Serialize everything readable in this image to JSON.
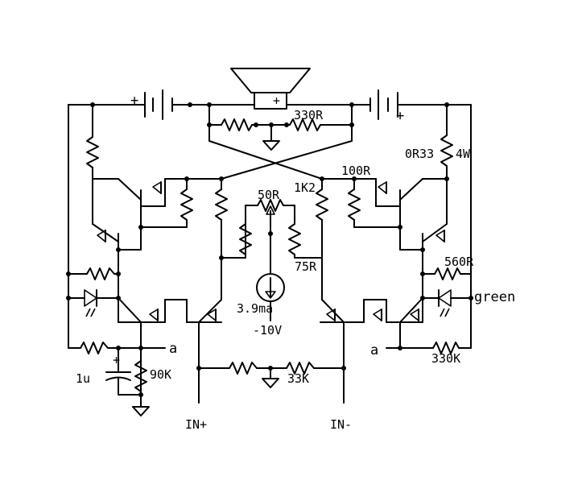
{
  "labels": {
    "r_330r": "330R",
    "r_0r33": "0R33",
    "r_4w": "4W",
    "r_100r": "100R",
    "r_1k2": "1K2",
    "r_50r": "50R",
    "r_75r": "75R",
    "r_560r": "560R",
    "led_green": "green",
    "src_current": "3.9ma",
    "src_neg": "-10V",
    "node_a_left": "a",
    "node_a_right": "a",
    "c_1u": "1u",
    "r_90k": "90K",
    "r_33k": "33K",
    "r_330k": "330K",
    "in_plus": "IN+",
    "in_minus": "IN-",
    "bat_plus_left": "+",
    "bat_plus_right": "+",
    "cap_plus": "+",
    "speaker_plus": "+"
  }
}
